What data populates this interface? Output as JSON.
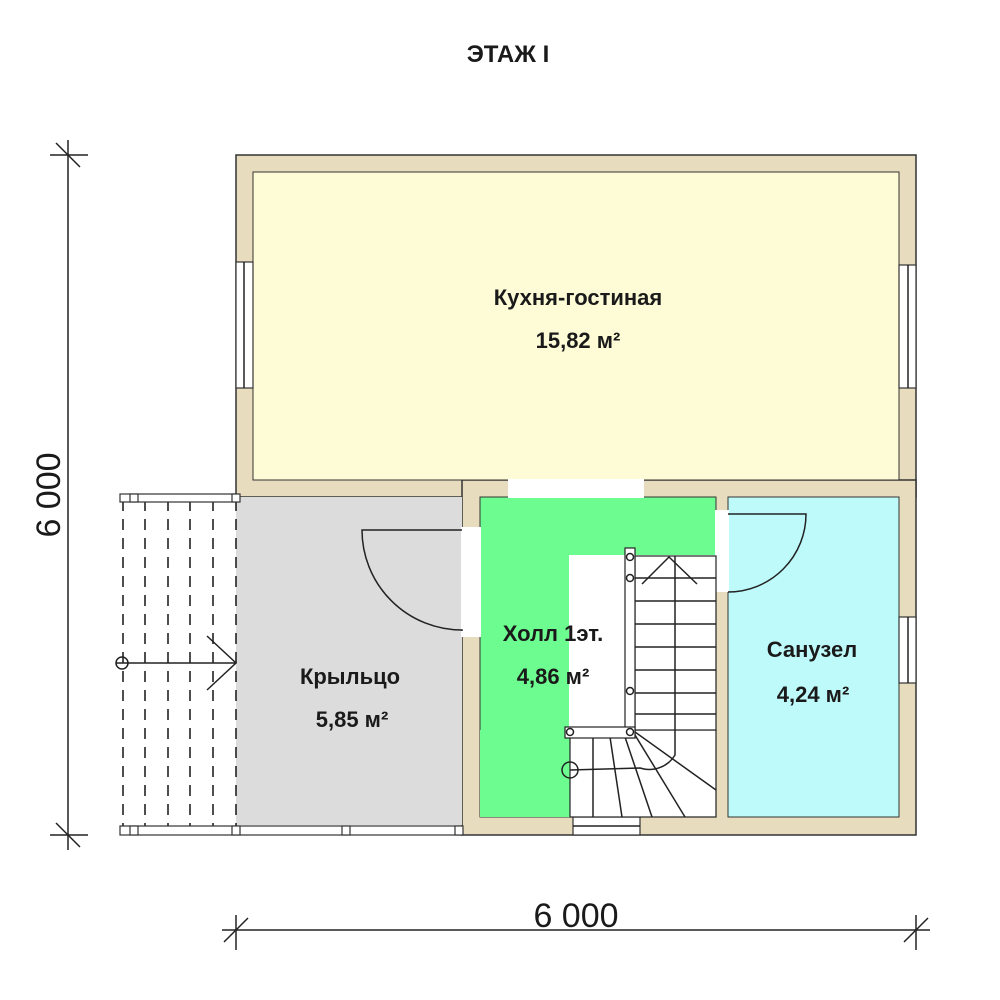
{
  "title": "ЭТАЖ I",
  "colors": {
    "wall": "#e8dcbf",
    "kitchen": "#fdfcd6",
    "porch": "#dcdcdc",
    "hall": "#6dfc90",
    "bathroom": "#bffafb"
  },
  "rooms": [
    {
      "name": "Кухня-гостиная",
      "area": "15,82 м²"
    },
    {
      "name": "Крыльцо",
      "area": "5,85 м²"
    },
    {
      "name": "Холл 1эт.",
      "area": "4,86 м²"
    },
    {
      "name": "Санузел",
      "area": "4,24 м²"
    }
  ],
  "dimensions": {
    "height": "6 000",
    "width": "6 000"
  }
}
